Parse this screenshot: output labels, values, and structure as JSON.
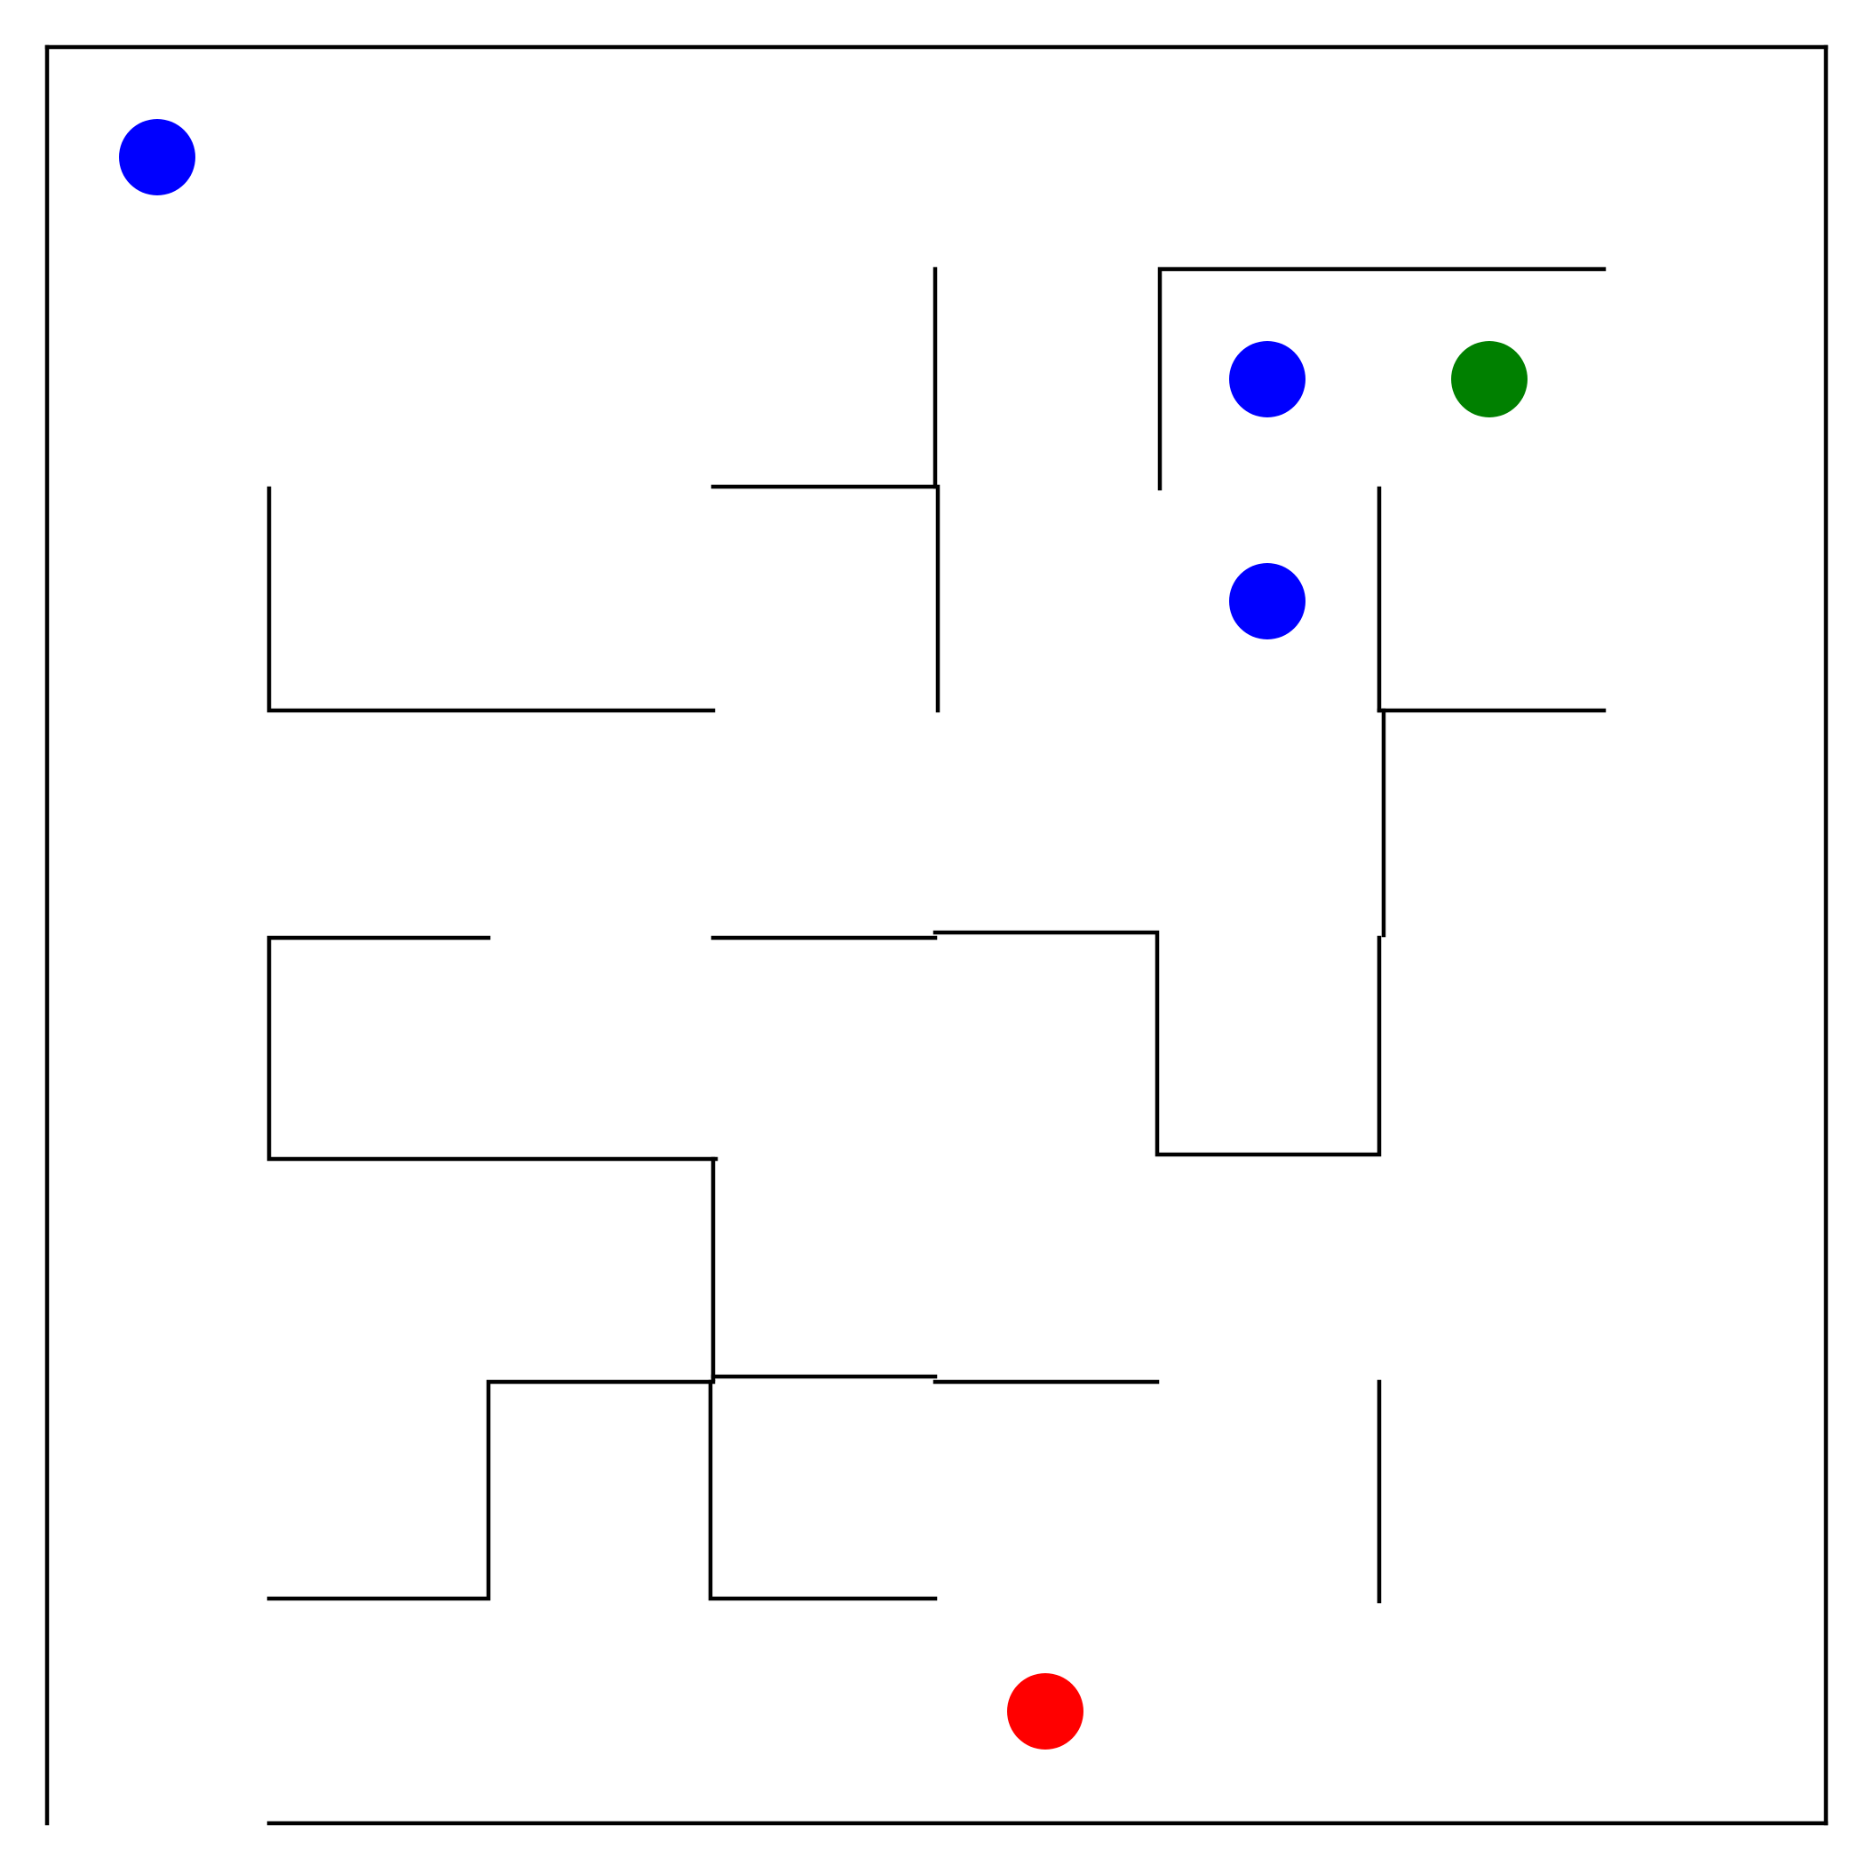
{
  "maze": {
    "grid": {
      "rows": 8,
      "cols": 8
    },
    "colors": {
      "wall": "#000000",
      "background": "#ffffff",
      "player": "#ff0000",
      "goal": "#008000",
      "item": "#0000ff"
    },
    "player": {
      "label": "player",
      "color": "red",
      "row": 7,
      "col": 4
    },
    "goal": {
      "label": "goal",
      "color": "green",
      "row": 1,
      "col": 6
    },
    "items": [
      {
        "label": "blue-dot",
        "color": "blue",
        "row": 0,
        "col": 0
      },
      {
        "label": "blue-dot",
        "color": "blue",
        "row": 1,
        "col": 5
      },
      {
        "label": "blue-dot",
        "color": "blue",
        "row": 2,
        "col": 5
      }
    ]
  }
}
